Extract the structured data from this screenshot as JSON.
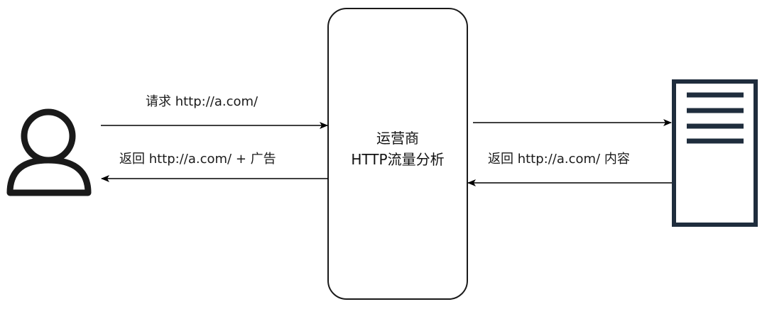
{
  "edge_labels": {
    "request": "请求 http://a.com/",
    "return_with_ad": "返回 http://a.com/ + 广告",
    "return_content": "返回 http://a.com/ 内容"
  },
  "nodes": {
    "operator": {
      "line1": "运营商",
      "line2": "HTTP流量分析"
    },
    "user": {
      "icon": "user-icon"
    },
    "server": {
      "icon": "server-document-icon",
      "color": "#1f2d3d"
    }
  }
}
